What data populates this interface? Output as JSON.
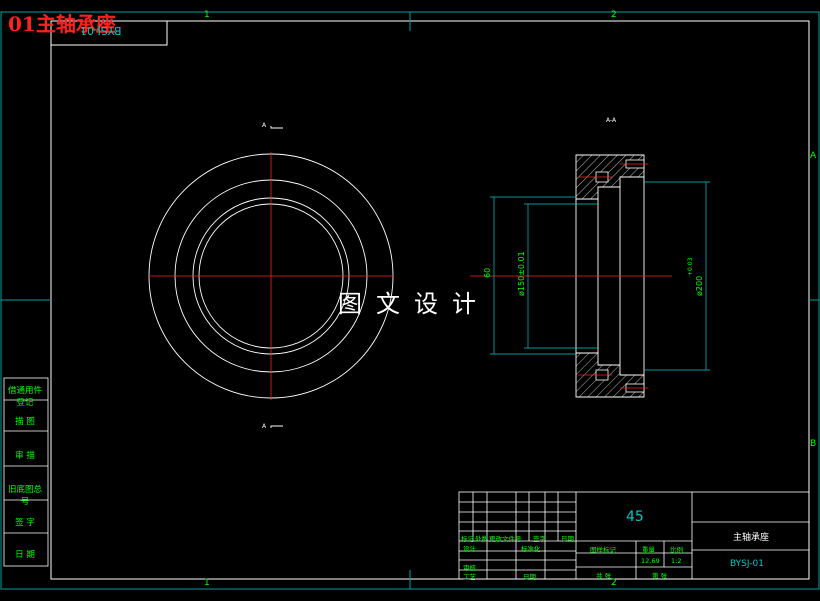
{
  "overlay_title": "01主轴承座",
  "watermark": "图文设计",
  "stamp_text": "BYSJ-01",
  "zone_numbers": {
    "top": [
      "1",
      "2"
    ],
    "bottom": [
      "1",
      "2"
    ]
  },
  "zone_letters": {
    "right": [
      "A",
      "B"
    ]
  },
  "section_marks": {
    "top": "A",
    "bottom": "A",
    "view": "A-A"
  },
  "side_table": [
    "借通用件登记",
    "描 图",
    "审 描",
    "旧底图总号",
    "签 字",
    "日 期"
  ],
  "dimensions": {
    "d60": "60",
    "d150": "ø150±0.01",
    "d200": "ø200",
    "d200_tol": "+0.03"
  },
  "title_block": {
    "material": "45",
    "part_name": "主轴承座",
    "drawing_number": "BYSJ-01",
    "weight": "12.69",
    "scale": "1:2",
    "header_labels": [
      "标记",
      "处数",
      "更改文件号",
      "签字",
      "日期"
    ],
    "designer_label": "设计",
    "standardization_label": "标准化",
    "review_label": "审核",
    "process_label": "工艺",
    "date_label": "日期",
    "stage_mark_label": "图样标记",
    "weight_label": "重量",
    "scale_label": "比例",
    "sheet_total_label": "共 张",
    "sheet_label": "第 张"
  }
}
